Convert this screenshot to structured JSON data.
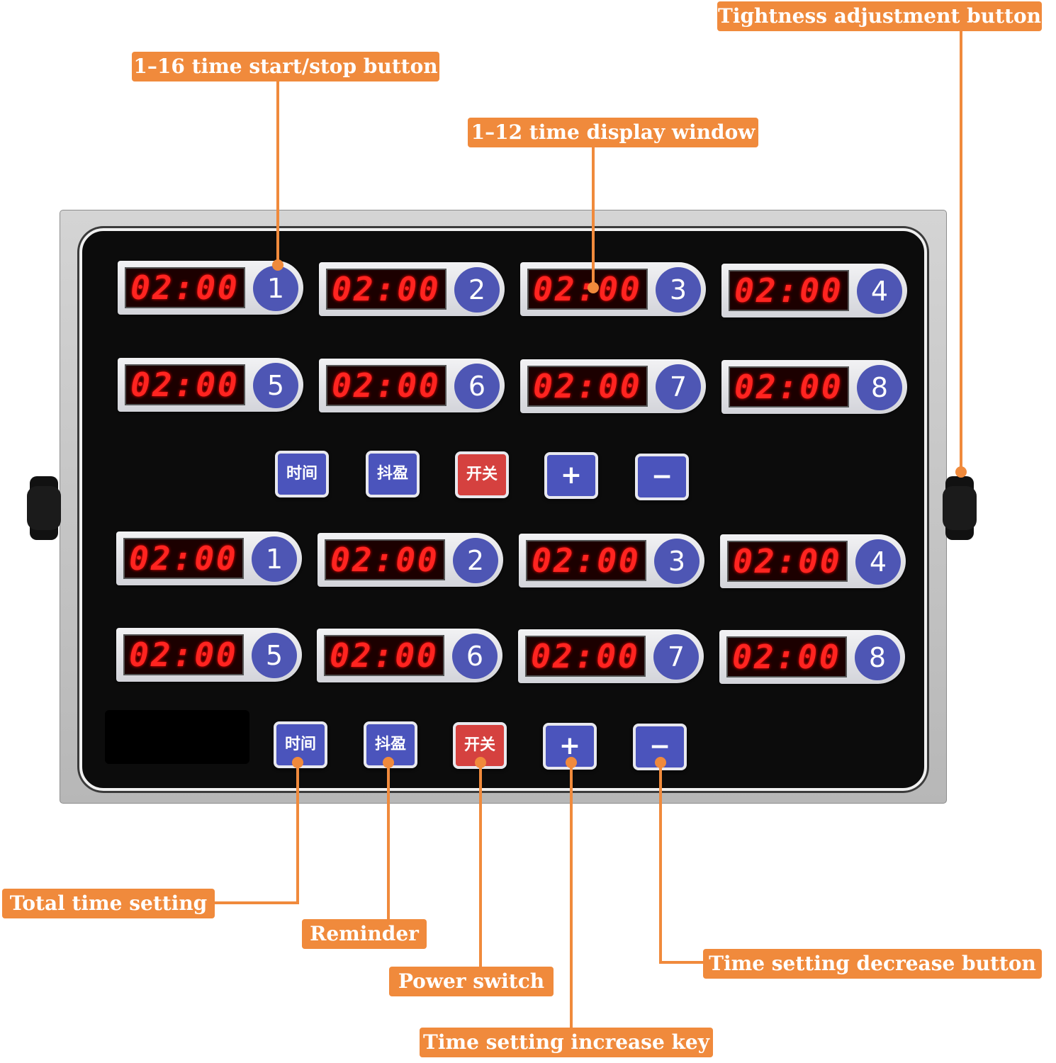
{
  "callouts": {
    "tightness": "Tightness adjustment button",
    "start_stop": "1–16 time start/stop button",
    "display": "1–12 time display window",
    "total_time": "Total time setting",
    "reminder": "Reminder",
    "power": "Power switch",
    "increase": "Time setting increase key",
    "decrease": "Time setting decrease button"
  },
  "timers_top": [
    {
      "time": "02:00",
      "num": "1"
    },
    {
      "time": "02:00",
      "num": "2"
    },
    {
      "time": "02:00",
      "num": "3"
    },
    {
      "time": "02:00",
      "num": "4"
    },
    {
      "time": "02:00",
      "num": "5"
    },
    {
      "time": "02:00",
      "num": "6"
    },
    {
      "time": "02:00",
      "num": "7"
    },
    {
      "time": "02:00",
      "num": "8"
    }
  ],
  "timers_bottom": [
    {
      "time": "02:00",
      "num": "1"
    },
    {
      "time": "02:00",
      "num": "2"
    },
    {
      "time": "02:00",
      "num": "3"
    },
    {
      "time": "02:00",
      "num": "4"
    },
    {
      "time": "02:00",
      "num": "5"
    },
    {
      "time": "02:00",
      "num": "6"
    },
    {
      "time": "02:00",
      "num": "7"
    },
    {
      "time": "02:00",
      "num": "8"
    }
  ],
  "keys": {
    "time": "时间",
    "reminder": "抖盈",
    "power": "开关",
    "plus": "+",
    "minus": "−"
  },
  "colors": {
    "accent": "#f08a3c",
    "led": "#ff2420",
    "key_blue": "#4b54bc",
    "key_red": "#d5413f"
  }
}
